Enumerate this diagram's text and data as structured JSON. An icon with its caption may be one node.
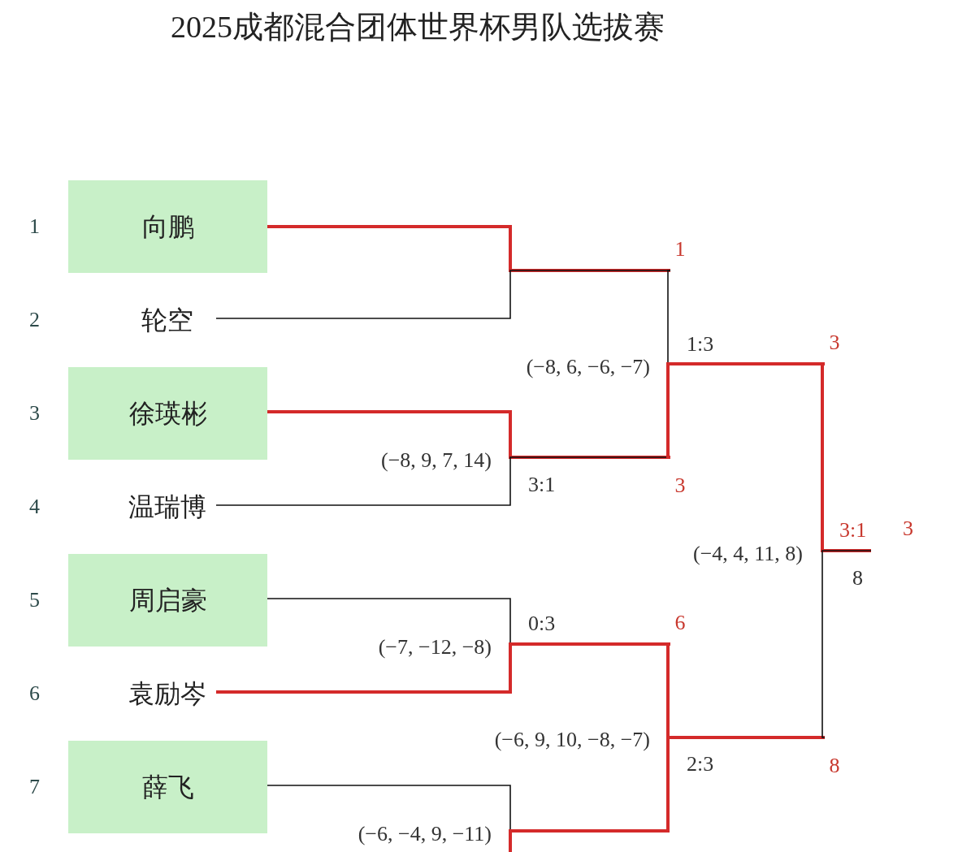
{
  "diagram": {
    "title": "2025成都混合团体世界杯男队选拔赛",
    "nodes": [
      {
        "text": [
          "向鹏"
        ]
      },
      {
        "text": [
          "轮空"
        ]
      },
      {
        "text": [
          "徐瑛彬"
        ]
      },
      {
        "text": [
          "温瑞博"
        ]
      },
      {
        "text": [
          "周启豪"
        ]
      },
      {
        "text": [
          "袁励岑"
        ]
      },
      {
        "text": [
          "薛飞"
        ]
      },
      {
        "text": [
          "1"
        ]
      },
      {
        "text": [
          "3"
        ]
      },
      {
        "text": [
          "6"
        ]
      },
      {
        "text": [
          "3"
        ]
      },
      {
        "text": [
          "8"
        ]
      },
      {
        "text": [
          "3"
        ]
      }
    ],
    "edges": [
      {
        "from": 0,
        "to": 7,
        "arrow": "none"
      },
      {
        "from": 1,
        "to": 7,
        "arrow": "none",
        "color": "#111111"
      },
      {
        "from": 2,
        "to": 8,
        "arrow": "none"
      },
      {
        "from": 3,
        "to": 8,
        "arrow": "none",
        "color": "#111111"
      },
      {
        "from": 4,
        "to": 9,
        "arrow": "none",
        "color": "#111111"
      },
      {
        "from": 5,
        "to": 9,
        "arrow": "none"
      },
      {
        "from": 6,
        "to": null,
        "arrow": "none",
        "color": "#111111"
      },
      {
        "from": null,
        "to": 11,
        "arrow": "none"
      },
      {
        "from": 7,
        "to": 10,
        "arrow": "none",
        "color": "#111111"
      },
      {
        "from": 8,
        "to": 10,
        "arrow": "none"
      },
      {
        "from": 9,
        "to": 11,
        "arrow": "none"
      },
      {
        "from": 10,
        "to": 12,
        "arrow": "none"
      },
      {
        "from": 11,
        "to": 12,
        "arrow": "none",
        "color": "#111111"
      }
    ],
    "labels": [
      "1",
      "2",
      "3",
      "4",
      "5",
      "6",
      "7",
      "(−8, 6, −6, −7)",
      "1:3",
      "(−8, 9, 7, 14)",
      "3:1",
      "3:1",
      "(−4, 4, 11, 8)",
      "8",
      "0:3",
      "(−7, −12, −8)",
      "(−6, 9, 10, −8, −7)",
      "2:3",
      "(−6, −4, 9, −11)"
    ]
  }
}
